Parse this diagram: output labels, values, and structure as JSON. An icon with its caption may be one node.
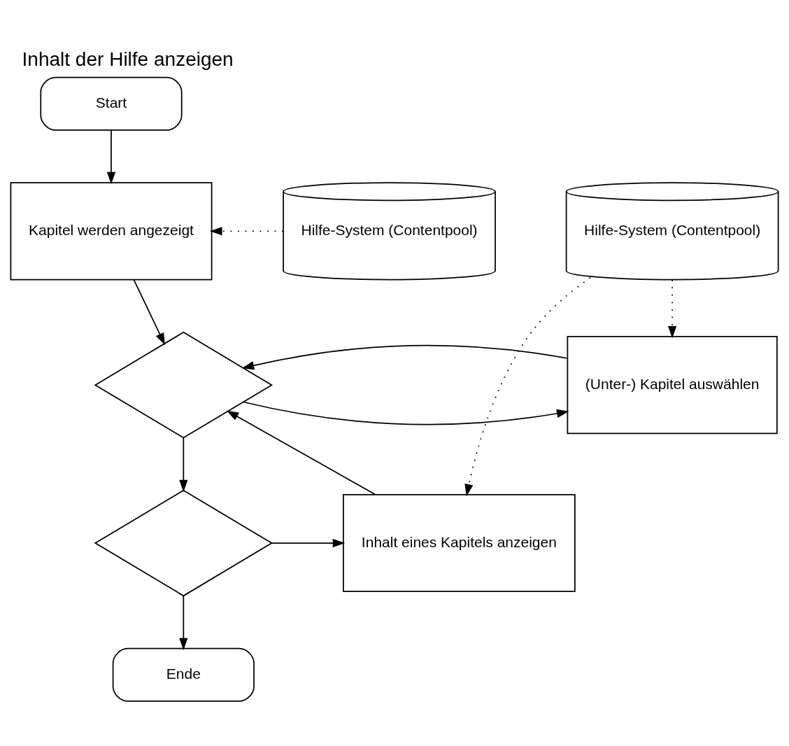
{
  "diagram": {
    "title": "Inhalt der Hilfe anzeigen",
    "nodes": [
      {
        "text": [
          "Start"
        ]
      },
      {
        "text": [
          "Kapitel werden angezeigt"
        ]
      },
      {
        "text": [
          "Hilfe-System (Contentpool)"
        ]
      },
      {
        "text": [],
        "shape": "diamond"
      },
      {
        "text": [
          "(Unter-) Kapitel auswählen"
        ]
      },
      {
        "text": [],
        "shape": "diamond"
      },
      {
        "text": [
          "Inhalt eines Kapitels anzeigen"
        ]
      },
      {
        "text": [
          "Hilfe-System (Contentpool)"
        ]
      },
      {
        "text": [
          "Ende"
        ]
      }
    ],
    "edges": [
      {
        "from": 0,
        "to": 1,
        "arrow": "to"
      },
      {
        "from": 2,
        "to": 1,
        "arrow": "to",
        "style": "dashed"
      },
      {
        "from": 1,
        "to": 3,
        "arrow": "to"
      },
      {
        "from": 3,
        "to": 4,
        "arrow": "to"
      },
      {
        "from": 4,
        "to": 3,
        "arrow": "to"
      },
      {
        "from": 6,
        "to": 3,
        "arrow": "to"
      },
      {
        "from": 3,
        "to": 5,
        "arrow": "to"
      },
      {
        "from": 5,
        "to": 6,
        "arrow": "to"
      },
      {
        "from": 7,
        "to": 4,
        "arrow": "to",
        "style": "dashed"
      },
      {
        "from": 7,
        "to": 6,
        "arrow": "to",
        "style": "dashed"
      },
      {
        "from": 5,
        "to": 8,
        "arrow": "to"
      }
    ]
  }
}
